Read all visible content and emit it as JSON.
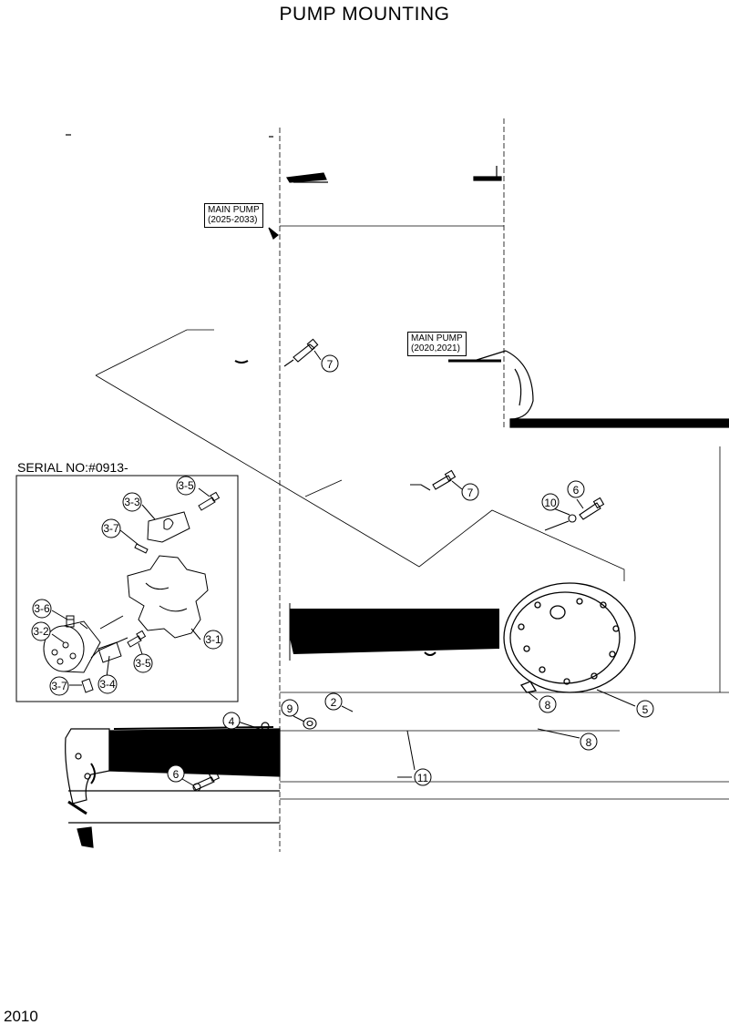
{
  "title": "PUMP MOUNTING",
  "page_number": "2010",
  "serial_note": "SERIAL NO:#0913-",
  "callouts": [
    {
      "line1": "MAIN PUMP",
      "line2": "(2025-2033)"
    },
    {
      "line1": "MAIN PUMP",
      "line2": "(2020,2021)"
    }
  ],
  "part_labels": [
    "7",
    "7",
    "6",
    "10",
    "3-5",
    "3-3",
    "3-7",
    "3-6",
    "3-2",
    "3-1",
    "3-5",
    "3-7",
    "3-4",
    "2",
    "9",
    "4",
    "8",
    "5",
    "8",
    "11",
    "6"
  ]
}
